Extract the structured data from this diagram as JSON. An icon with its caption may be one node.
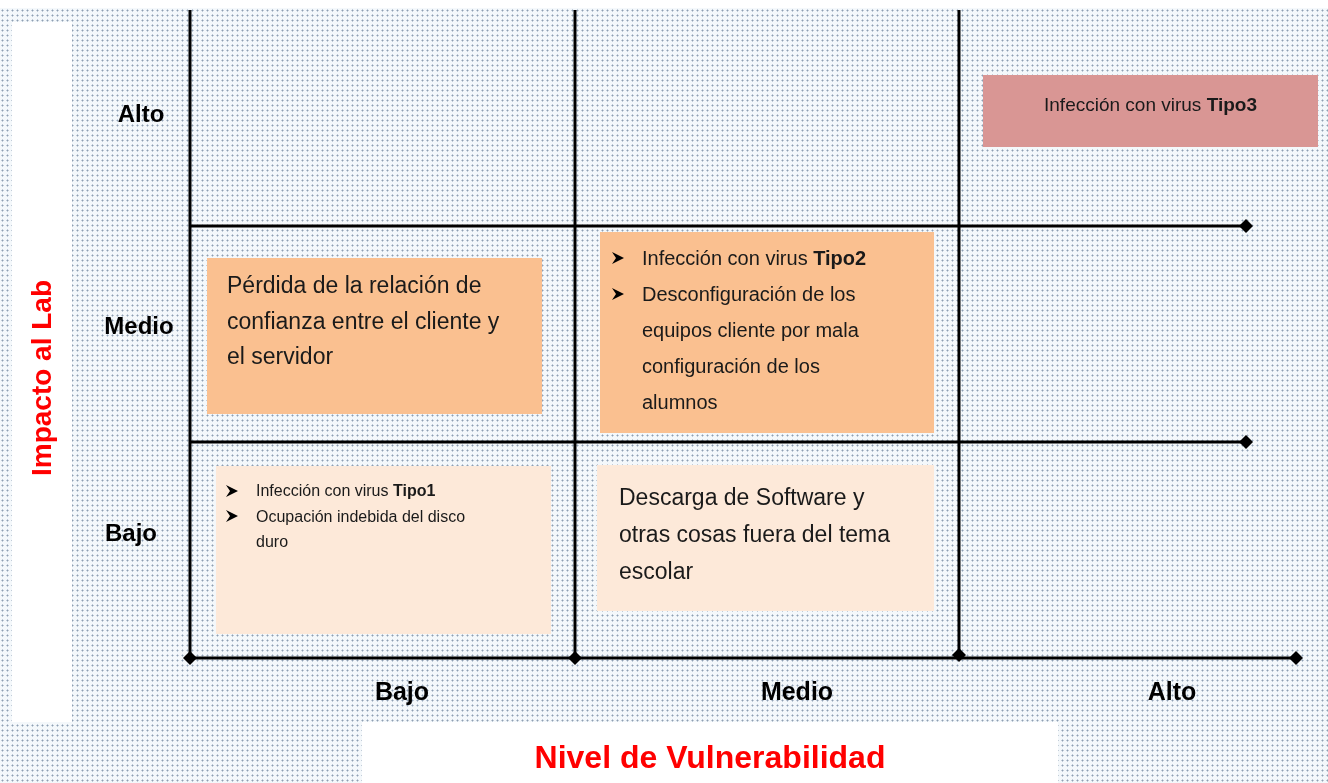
{
  "diagram": {
    "nodes": [
      {
        "text": [
          "Infección con virus **Tipo3**"
        ]
      },
      {
        "text": [
          "Pérdida de la relación de confianza entre el cliente y el servidor"
        ]
      },
      {
        "text": [
          "Infección con virus **Tipo2**",
          "Desconfiguración de los equipos cliente por mala configuración de los alumnos"
        ]
      },
      {
        "text": [
          "Infección con virus **Tipo1**",
          "Ocupación indebida del disco duro"
        ]
      },
      {
        "text": [
          "Descarga de Software y otras cosas fuera del tema escolar"
        ]
      }
    ],
    "labels": [
      "Alto",
      "Medio",
      "Bajo",
      "Impacto al Lab",
      "Bajo",
      "Medio",
      "Alto",
      "Nivel de Vulnerabilidad"
    ]
  }
}
